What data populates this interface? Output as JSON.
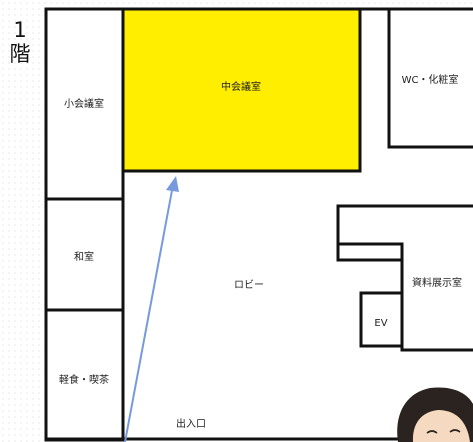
{
  "floor_label": "1\n階",
  "rooms": {
    "medium_meeting_room": "中会議室",
    "small_meeting_room": "小会議室",
    "restroom": "WC・化粧室",
    "japanese_room": "和室",
    "lobby": "ロビー",
    "exhibition_room": "資料展示室",
    "elevator": "EV",
    "cafe": "軽食・喫茶",
    "entrance": "出入口"
  },
  "colors": {
    "highlight": "#ffee00",
    "wall": "#111111",
    "arrow": "#7799dd"
  },
  "icons": [
    "person-avatar-icon"
  ]
}
